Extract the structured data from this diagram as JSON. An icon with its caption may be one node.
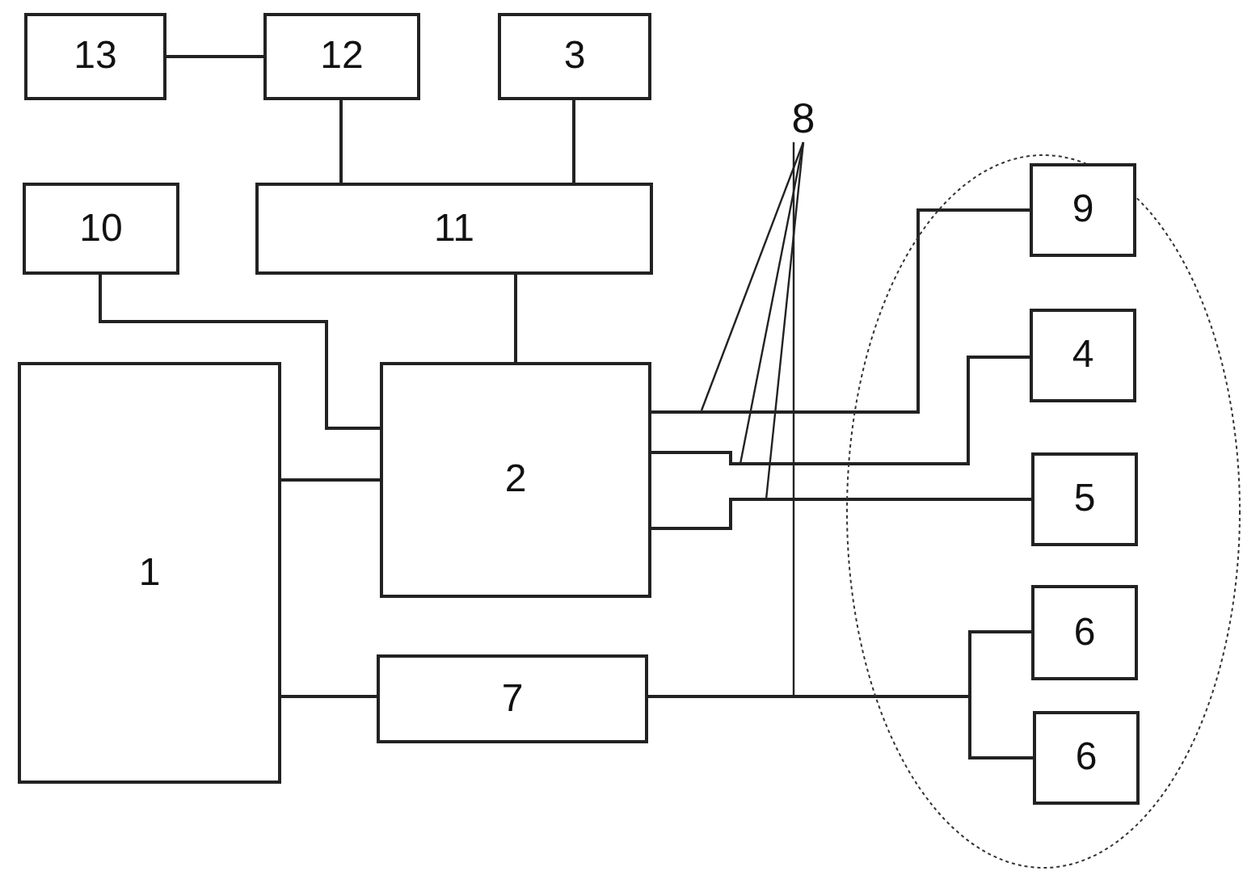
{
  "diagram": {
    "nodes": [
      {
        "text": [
          "13"
        ]
      },
      {
        "text": [
          "12"
        ]
      },
      {
        "text": [
          "3"
        ]
      },
      {
        "text": [
          "10"
        ]
      },
      {
        "text": [
          "11"
        ]
      },
      {
        "text": [
          "1"
        ]
      },
      {
        "text": [
          "2"
        ]
      },
      {
        "text": [
          "7"
        ]
      },
      {
        "text": [],
        "shape": "ellipse"
      },
      {
        "text": [
          "9"
        ],
        "in": 8
      },
      {
        "text": [
          "4"
        ],
        "in": 8
      },
      {
        "text": [
          "5"
        ],
        "in": 8
      },
      {
        "text": [
          "6"
        ],
        "in": 8
      },
      {
        "text": [
          "6"
        ],
        "in": 8
      },
      {
        "text": [
          "8"
        ]
      }
    ],
    "edges": [
      {
        "from": 0,
        "to": 1,
        "arrow": "none"
      },
      {
        "from": 1,
        "to": 4,
        "arrow": "none"
      },
      {
        "from": 2,
        "to": 4,
        "arrow": "none"
      },
      {
        "from": 3,
        "to": 6,
        "arrow": "none"
      },
      {
        "from": 4,
        "to": 6,
        "arrow": "none"
      },
      {
        "from": 5,
        "to": 6,
        "arrow": "none"
      },
      {
        "from": 5,
        "to": 7,
        "arrow": "none"
      },
      {
        "from": 6,
        "to": 9,
        "arrow": "none"
      },
      {
        "from": 6,
        "to": 10,
        "arrow": "none"
      },
      {
        "from": 6,
        "to": 11,
        "arrow": "none"
      },
      {
        "from": 7,
        "to": 12,
        "arrow": "none"
      },
      {
        "from": 7,
        "to": 13,
        "arrow": "none"
      },
      {
        "from": 14,
        "to": null,
        "arrow": "none"
      },
      {
        "from": 14,
        "to": null,
        "arrow": "none"
      },
      {
        "from": 14,
        "to": null,
        "arrow": "none"
      },
      {
        "from": 14,
        "to": null,
        "arrow": "none"
      }
    ]
  }
}
